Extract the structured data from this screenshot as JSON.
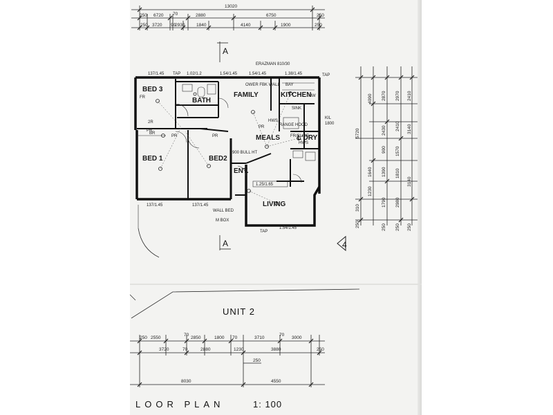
{
  "drawing": {
    "unit_title": "UNIT 2",
    "plan_title": "LOOR PLAN",
    "scale": "1: 100",
    "section_marker": "A",
    "north_marker": "4"
  },
  "rooms": [
    {
      "id": "bed3",
      "label": "BED 3"
    },
    {
      "id": "bath",
      "label": "BATH"
    },
    {
      "id": "family",
      "label": "FAMILY"
    },
    {
      "id": "kitchen",
      "label": "KITCHEN"
    },
    {
      "id": "meals",
      "label": "MEALS"
    },
    {
      "id": "ldry",
      "label": "L'DRY"
    },
    {
      "id": "bed1",
      "label": "BED 1"
    },
    {
      "id": "bed2",
      "label": "BED2"
    },
    {
      "id": "ent",
      "label": "ENT."
    },
    {
      "id": "living",
      "label": "LIVING"
    }
  ],
  "top_dimensions": {
    "overall": "13020",
    "row1": [
      "250",
      "6720",
      "70",
      "2880",
      "6750",
      "250"
    ],
    "row2": [
      "250",
      "3720",
      "90",
      "2930",
      "1840",
      "4140",
      "1900",
      "250"
    ]
  },
  "bottom_dimensions": {
    "row1": [
      "250",
      "2550",
      "70",
      "2850",
      "1800",
      "70",
      "3710",
      "70",
      "3000"
    ],
    "row2": [
      "3720",
      "70",
      "2880",
      "1230",
      "3880",
      "250"
    ],
    "row3": [
      "8030",
      "4550"
    ],
    "mid": [
      "250"
    ]
  },
  "right_dimensions": {
    "col1": [
      "5720",
      "4090",
      "1640",
      "1230",
      "310",
      "250"
    ],
    "col2": [
      "2870",
      "2430",
      "900",
      "1390",
      "1790",
      "250"
    ],
    "col3": [
      "2970",
      "2410",
      "1570",
      "1810",
      "2980",
      "250"
    ],
    "col4": [
      "2410",
      "3140",
      "3140",
      "250"
    ]
  },
  "window_notes": [
    "137/1.45",
    "1.02/1.2",
    "1.54/1.45",
    "1.54/1.45",
    "1.38/1.45",
    "137/1.45",
    "137/1.45",
    "1.54/1.45",
    "1.25/1.65"
  ],
  "misc_notes": [
    "ERAZMAN 810/30",
    "TAP",
    "TAP",
    "TAP",
    "OWER FBK WALL",
    "BAY",
    "FR",
    "PR",
    "PR",
    "PR",
    "PR",
    "MW",
    "SINK",
    "HWS",
    "2R",
    "BR",
    "KIL",
    "1800",
    "WALL BED",
    "M BOX",
    "900 BULL HT",
    "RANGE HOOD",
    "FR/SLICE",
    "HWS"
  ],
  "colors": {
    "paper": "#f3f3f1",
    "ink": "#1a1a1a"
  }
}
